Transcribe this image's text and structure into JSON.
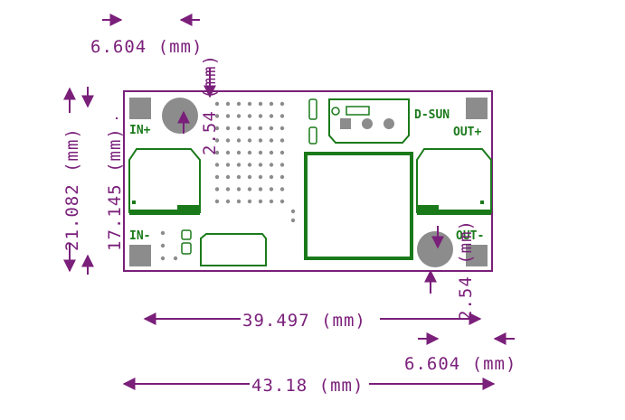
{
  "colors": {
    "dimension": "#7a1f7a",
    "outline": "#7a1f7a",
    "copper": "#1a7a1a",
    "pad": "#8c8c8c",
    "background": "#ffffff"
  },
  "dimensions": {
    "top_pad_spacing": "6.604 (mm)",
    "bottom_pad_spacing": "6.604 (mm)",
    "board_height": "21.082 (mm)",
    "pad_vertical_spacing": "17.145 (mm)",
    "hole_offset_top": "2.54 (mm)",
    "hole_offset_bottom": "2.54 (mm)",
    "pad_horizontal_spacing": "39.497 (mm)",
    "board_width": "43.18 (mm)"
  },
  "silkscreen": {
    "in_plus": "IN+",
    "in_minus": "IN-",
    "out_plus": "OUT+",
    "out_minus": "OUT-",
    "brand": "D-SUN"
  }
}
